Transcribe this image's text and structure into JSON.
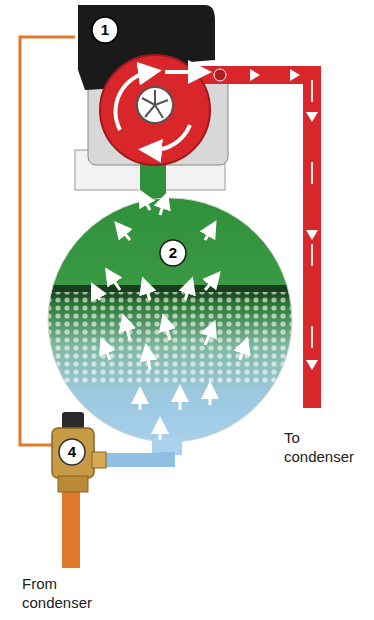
{
  "diagram": {
    "labels": [
      "1",
      "2",
      "4",
      "To condenser",
      "From condenser"
    ]
  }
}
